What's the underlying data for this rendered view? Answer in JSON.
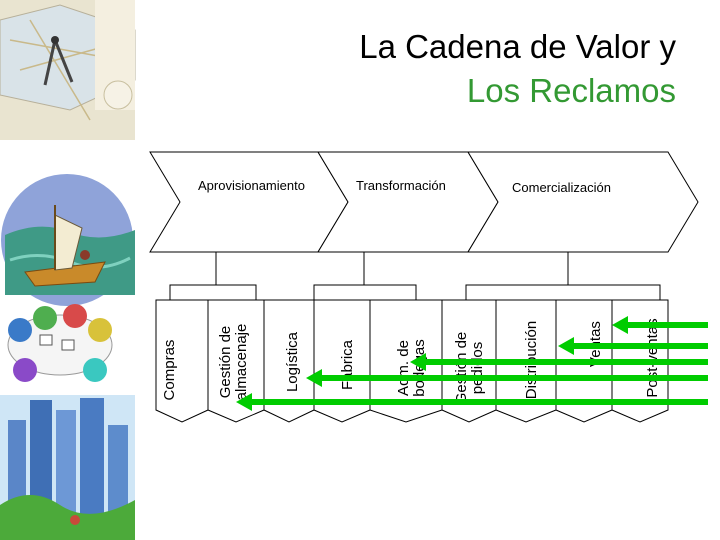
{
  "title": {
    "line1": "La Cadena de Valor y",
    "line2": "Los Reclamos",
    "line1_color": "#000000",
    "line2_color": "#339933"
  },
  "stages": [
    {
      "label": "Aprovisionamiento"
    },
    {
      "label": "Transformación"
    },
    {
      "label": "Comercialización"
    }
  ],
  "activities": [
    {
      "label": "Compras",
      "lines": [
        "Compras"
      ]
    },
    {
      "label": "Gestión de almacenaje",
      "lines": [
        "Gestión de",
        "almacenaje"
      ]
    },
    {
      "label": "Logística",
      "lines": [
        "Logística"
      ]
    },
    {
      "label": "Fabrica",
      "lines": [
        "Fabrica"
      ]
    },
    {
      "label": "Adm. de bodegas",
      "lines": [
        "Adm. de",
        "bodegas"
      ]
    },
    {
      "label": "Gestión de pedidos",
      "lines": [
        "Gestión de",
        "pedidos"
      ]
    },
    {
      "label": "Distribución",
      "lines": [
        "Distribución"
      ]
    },
    {
      "label": "Ventas",
      "lines": [
        "Ventas"
      ]
    },
    {
      "label": "Post-ventas",
      "lines": [
        "Post-ventas"
      ]
    }
  ],
  "arrows": {
    "color": "#00cc00",
    "count": 5
  },
  "decorative_images": [
    "map-compass-image",
    "ship-clipart-image",
    "people-circle-image",
    "city-skyscrapers-image"
  ]
}
